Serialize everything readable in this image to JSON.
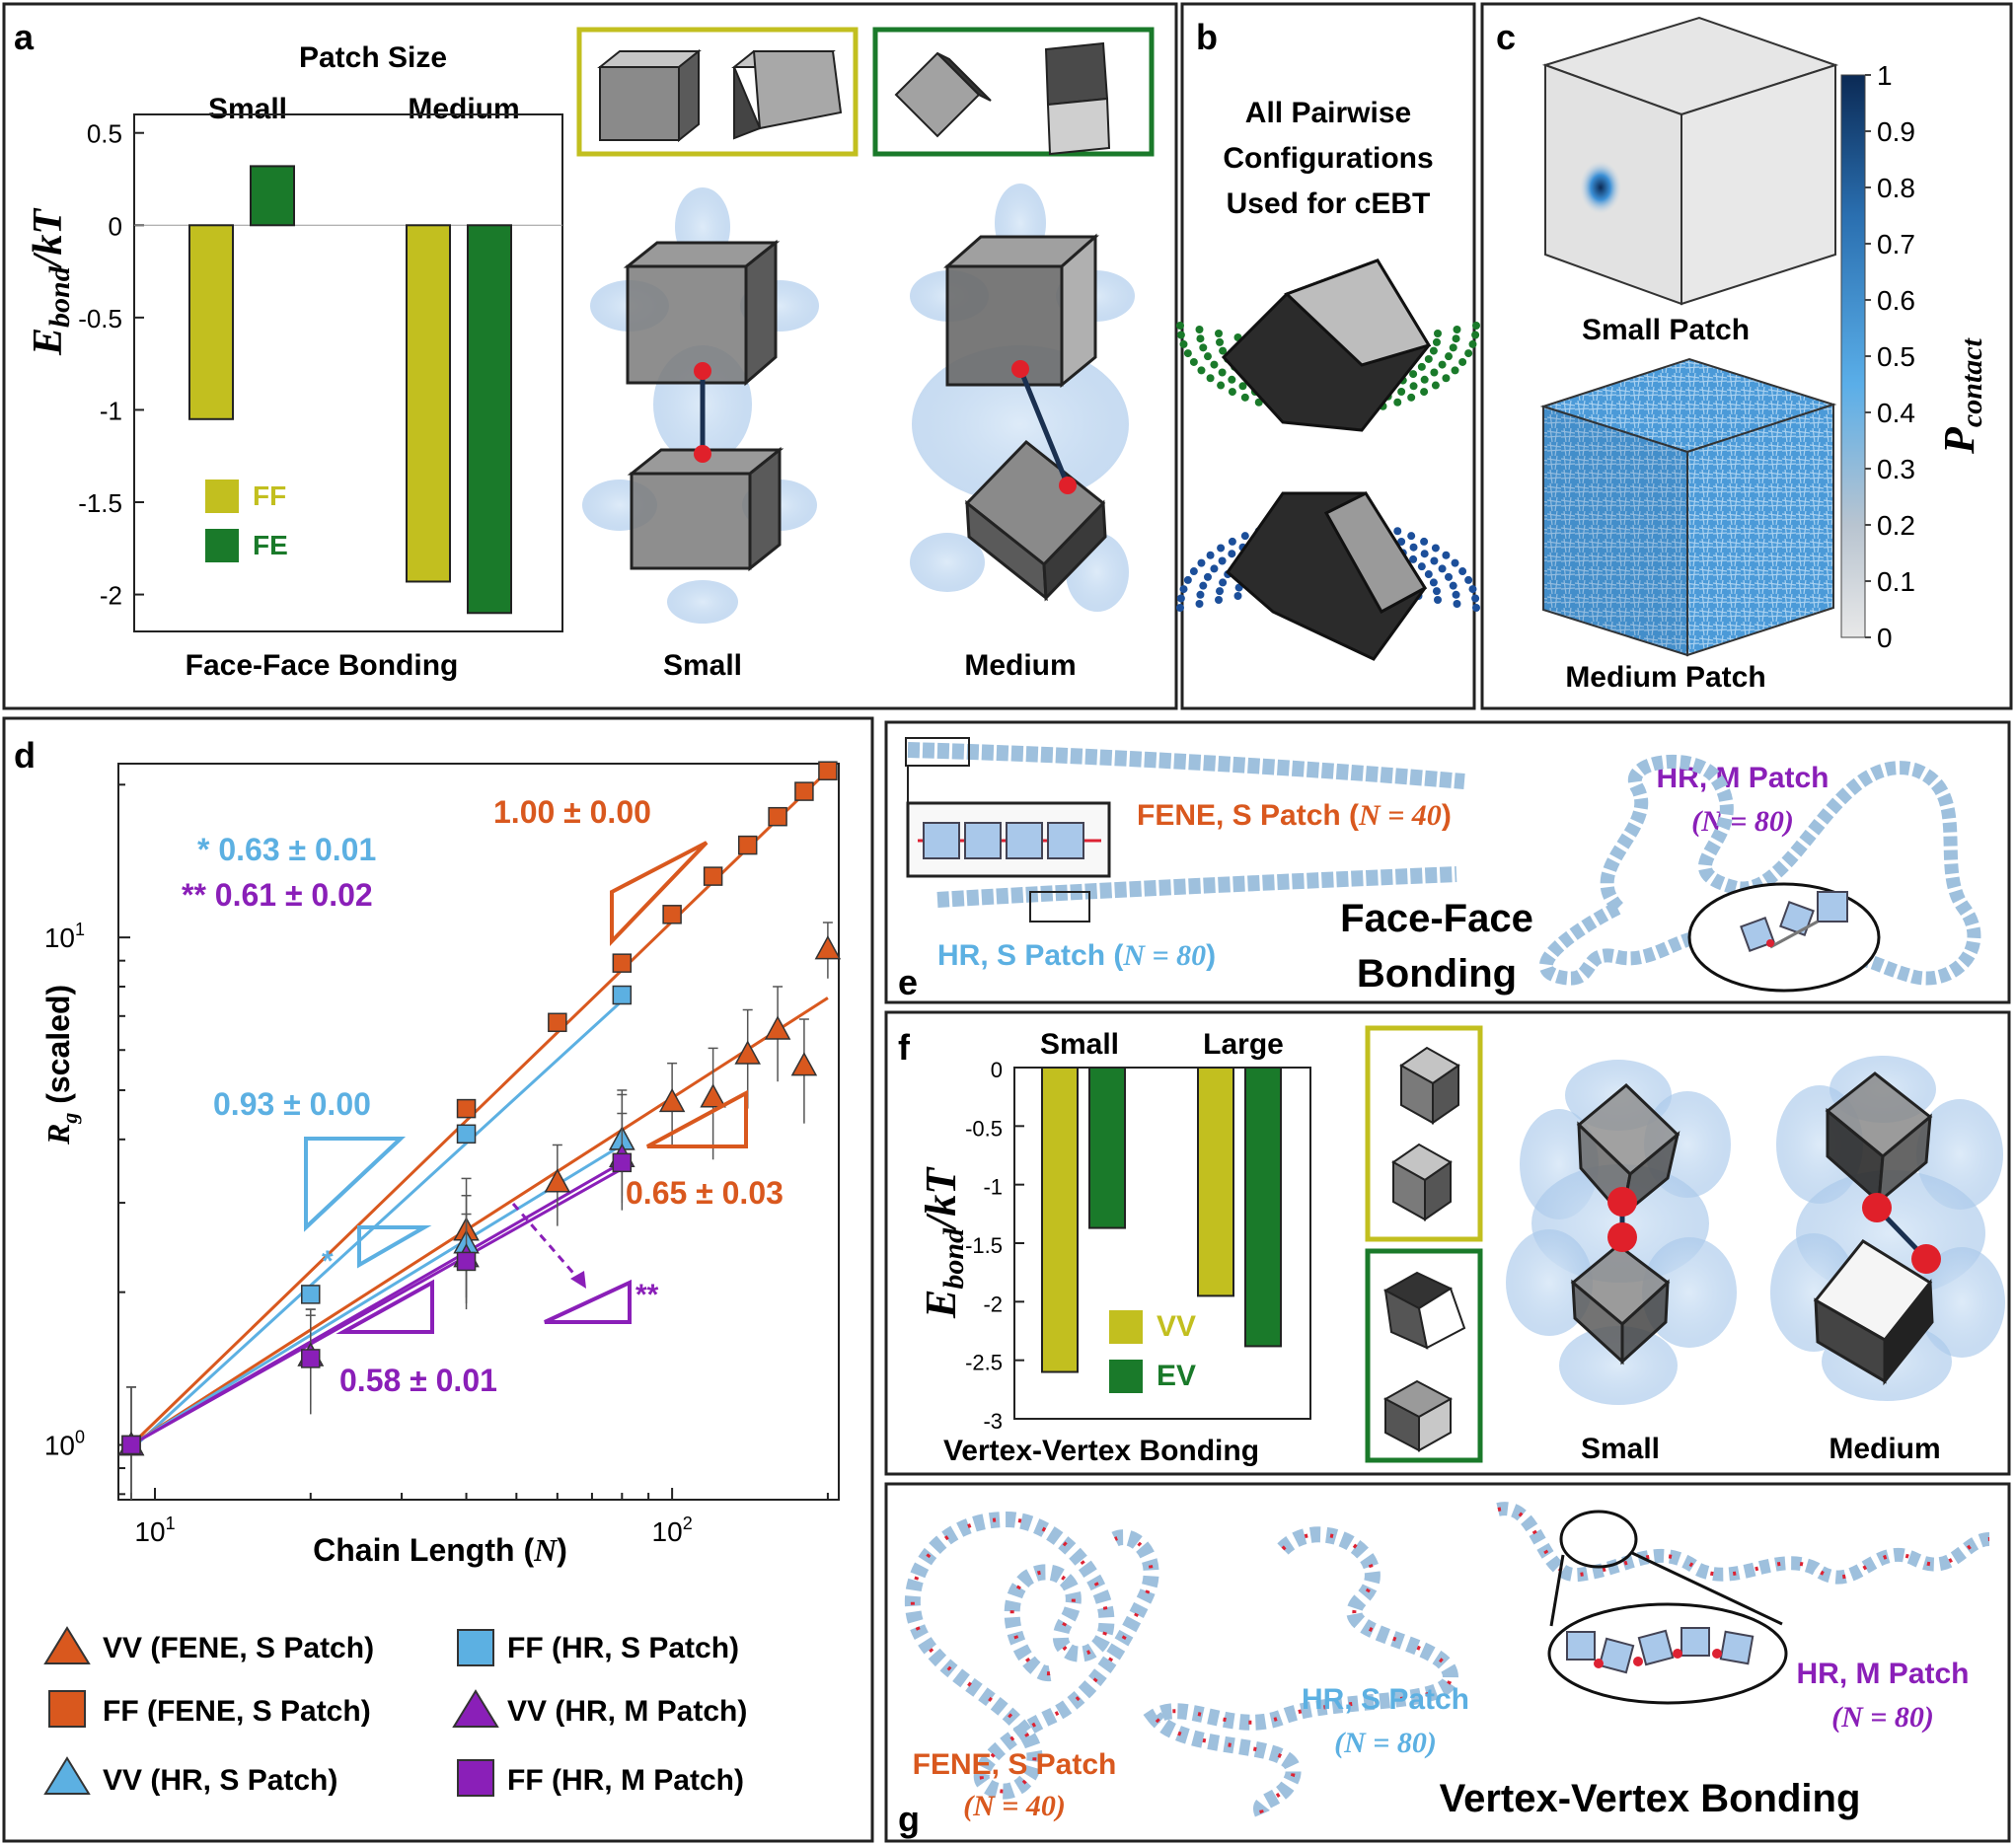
{
  "colors": {
    "ff_yellow": "#c2bf1f",
    "fe_green": "#1a7a2a",
    "orange": "#d9581e",
    "light_blue": "#5cb0e2",
    "purple": "#8a1fb8",
    "dark_blue": "#0b2a55"
  },
  "panels": {
    "a": {
      "label": "a",
      "patch_size": "Patch Size",
      "small": "Small",
      "medium": "Medium",
      "caption": "Face-Face Bonding",
      "small_caption": "Small",
      "medium_caption": "Medium"
    },
    "b": {
      "label": "b",
      "title_lines": [
        "All Pairwise",
        "Configurations",
        "Used for cEBT"
      ]
    },
    "c": {
      "label": "c",
      "small_caption": "Small Patch",
      "medium_caption": "Medium Patch",
      "colorbar_label": "P",
      "colorbar_sub": "contact",
      "colorbar_ticks": [
        "1",
        "0.9",
        "0.8",
        "0.7",
        "0.6",
        "0.5",
        "0.4",
        "0.3",
        "0.2",
        "0.1",
        "0"
      ]
    },
    "d": {
      "label": "d",
      "ylabel_main": "R",
      "ylabel_sub": "g",
      "ylabel_rest": " (scaled)",
      "xlabel": "Chain Length (",
      "xlabel_n": "N",
      "xlabel_close": ")",
      "annotations": {
        "star": "* 0.63 ± 0.01",
        "dstar": "** 0.61 ± 0.02",
        "orange_top": "1.00 ± 0.00",
        "blue_mid": "0.93 ± 0.00",
        "orange_low": "0.65 ± 0.03",
        "purple_low": "0.58 ± 0.01",
        "star_mark": "*",
        "dstar_mark": "**"
      },
      "legend": [
        "VV (FENE, S Patch)",
        "FF (HR, S Patch)",
        "FF (FENE, S Patch)",
        "VV (HR, M Patch)",
        "VV (HR, S Patch)",
        "FF (HR, M Patch)"
      ]
    },
    "e": {
      "label": "e",
      "fene": "FENE, S Patch (",
      "fene_n": "N = 40",
      "hr_s": "HR, S Patch (",
      "hr_s_n": "N = 80",
      "hr_m": "HR, M Patch",
      "hr_m_n": "(N = 80)",
      "caption1": "Face-Face",
      "caption2": "Bonding"
    },
    "f": {
      "label": "f",
      "small": "Small",
      "large": "Large",
      "caption": "Vertex-Vertex Bonding",
      "small_caption": "Small",
      "medium_caption": "Medium"
    },
    "g": {
      "label": "g",
      "fene": "FENE, S Patch",
      "fene_n": "(N = 40)",
      "hr_s": "HR, S Patch",
      "hr_s_n": "(N = 80)",
      "hr_m": "HR, M Patch",
      "hr_m_n": "(N = 80)",
      "caption": "Vertex-Vertex Bonding"
    }
  },
  "chart_data": [
    {
      "id": "a",
      "type": "bar",
      "ylabel": "E_bond/kT",
      "ylim": [
        -2.2,
        0.6
      ],
      "yticks": [
        0.5,
        0,
        -0.5,
        -1,
        -1.5,
        -2
      ],
      "ytick_labels": [
        "0.5",
        "0",
        "-0.5",
        "-1",
        "-1.5",
        "-2"
      ],
      "categories": [
        "Small",
        "Medium"
      ],
      "series": [
        {
          "name": "FF",
          "values": [
            -1.05,
            -1.93
          ]
        },
        {
          "name": "FE",
          "values": [
            0.32,
            -2.1
          ]
        }
      ],
      "legend_placement": "lower-left"
    },
    {
      "id": "d",
      "type": "scatter",
      "xscale": "log",
      "yscale": "log",
      "xlim": [
        8.5,
        210
      ],
      "ylim": [
        0.78,
        22
      ],
      "xticks": [
        10,
        100
      ],
      "xtick_labels": [
        "10",
        "10"
      ],
      "xtick_exps": [
        "1",
        "2"
      ],
      "yticks": [
        1,
        10
      ],
      "ytick_labels": [
        "10",
        "10"
      ],
      "ytick_exps": [
        "0",
        "1"
      ],
      "series": [
        {
          "name": "FF (FENE, S Patch)",
          "marker": "square",
          "x": [
            9,
            40,
            60,
            80,
            100,
            120,
            140,
            160,
            180,
            200
          ],
          "y": [
            1.0,
            4.6,
            6.8,
            8.9,
            11.1,
            13.2,
            15.2,
            17.3,
            19.4,
            21.3
          ],
          "fit": [
            [
              9,
              1.0
            ],
            [
              200,
              21.3
            ]
          ]
        },
        {
          "name": "FF (HR, S Patch)",
          "marker": "square",
          "x": [
            9,
            20,
            40,
            80
          ],
          "y": [
            1.0,
            1.98,
            4.1,
            7.7
          ],
          "fit": [
            [
              9,
              0.98
            ],
            [
              80,
              7.5
            ]
          ]
        },
        {
          "name": "VV (FENE, S Patch)",
          "marker": "triangle",
          "x": [
            9,
            20,
            40,
            60,
            80,
            100,
            120,
            140,
            160,
            180,
            200
          ],
          "y": [
            1.0,
            1.5,
            2.65,
            3.3,
            4.0,
            4.75,
            4.85,
            5.9,
            6.6,
            5.6,
            9.5
          ],
          "err": [
            0.3,
            0.35,
            0.7,
            0.6,
            1.0,
            0.9,
            1.2,
            1.3,
            1.4,
            1.3,
            1.2
          ],
          "fit": [
            [
              9,
              1.0
            ],
            [
              200,
              7.6
            ]
          ]
        },
        {
          "name": "VV (HR, S Patch)",
          "marker": "triangle",
          "x": [
            9,
            20,
            40,
            80
          ],
          "y": [
            1.0,
            1.5,
            2.5,
            4.0
          ],
          "err": [
            0.3,
            0.35,
            0.6,
            0.9
          ],
          "fit": [
            [
              9,
              1.0
            ],
            [
              80,
              3.9
            ]
          ]
        },
        {
          "name": "VV (HR, M Patch)",
          "marker": "triangle",
          "x": [
            9,
            20,
            40,
            80
          ],
          "y": [
            1.0,
            1.5,
            2.35,
            3.7
          ],
          "err": [
            0.3,
            0.3,
            0.5,
            0.8
          ],
          "fit": [
            [
              9,
              1.0
            ],
            [
              80,
              3.6
            ]
          ]
        },
        {
          "name": "FF (HR, M Patch)",
          "marker": "square",
          "x": [
            9,
            20,
            40,
            80
          ],
          "y": [
            1.0,
            1.48,
            2.3,
            3.6
          ],
          "fit": [
            [
              9,
              1.0
            ],
            [
              80,
              3.5
            ]
          ]
        }
      ]
    },
    {
      "id": "f",
      "type": "bar",
      "ylabel": "E_bond/kT",
      "ylim": [
        -3,
        0
      ],
      "yticks": [
        0,
        -0.5,
        -1,
        -1.5,
        -2,
        -2.5,
        -3
      ],
      "ytick_labels": [
        "0",
        "-0.5",
        "-1",
        "-1.5",
        "-2",
        "-2.5",
        "-3"
      ],
      "categories": [
        "Small",
        "Large"
      ],
      "series": [
        {
          "name": "VV",
          "values": [
            -2.6,
            -1.95
          ]
        },
        {
          "name": "EV",
          "values": [
            -1.37,
            -2.38
          ]
        }
      ],
      "legend_placement": "lower-left"
    }
  ]
}
